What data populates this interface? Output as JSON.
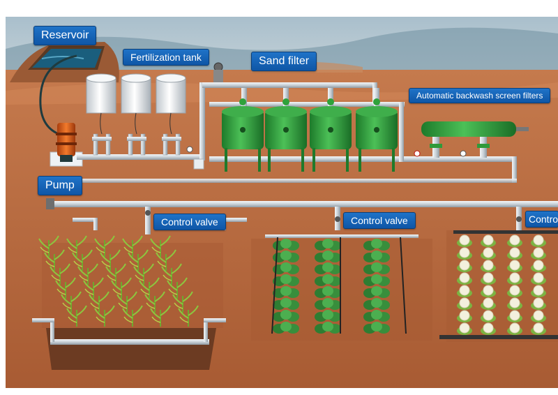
{
  "labels": {
    "reservoir": "Reservoir",
    "fertilization_tank": "Fertilization tank",
    "sand_filter": "Sand filter",
    "backwash_filters": "Automatic backwash screen filters",
    "pump": "Pump",
    "control_valve_1": "Control valve",
    "control_valve_2": "Control valve",
    "control_valve_3": "Control"
  },
  "colors": {
    "sky": "#9fb6c4",
    "soil": "#b8693e",
    "pipe": "#d6dde2",
    "tank_green": "#2f9a3a",
    "label_blue": "#1565c0",
    "pump_orange": "#e2621b"
  }
}
